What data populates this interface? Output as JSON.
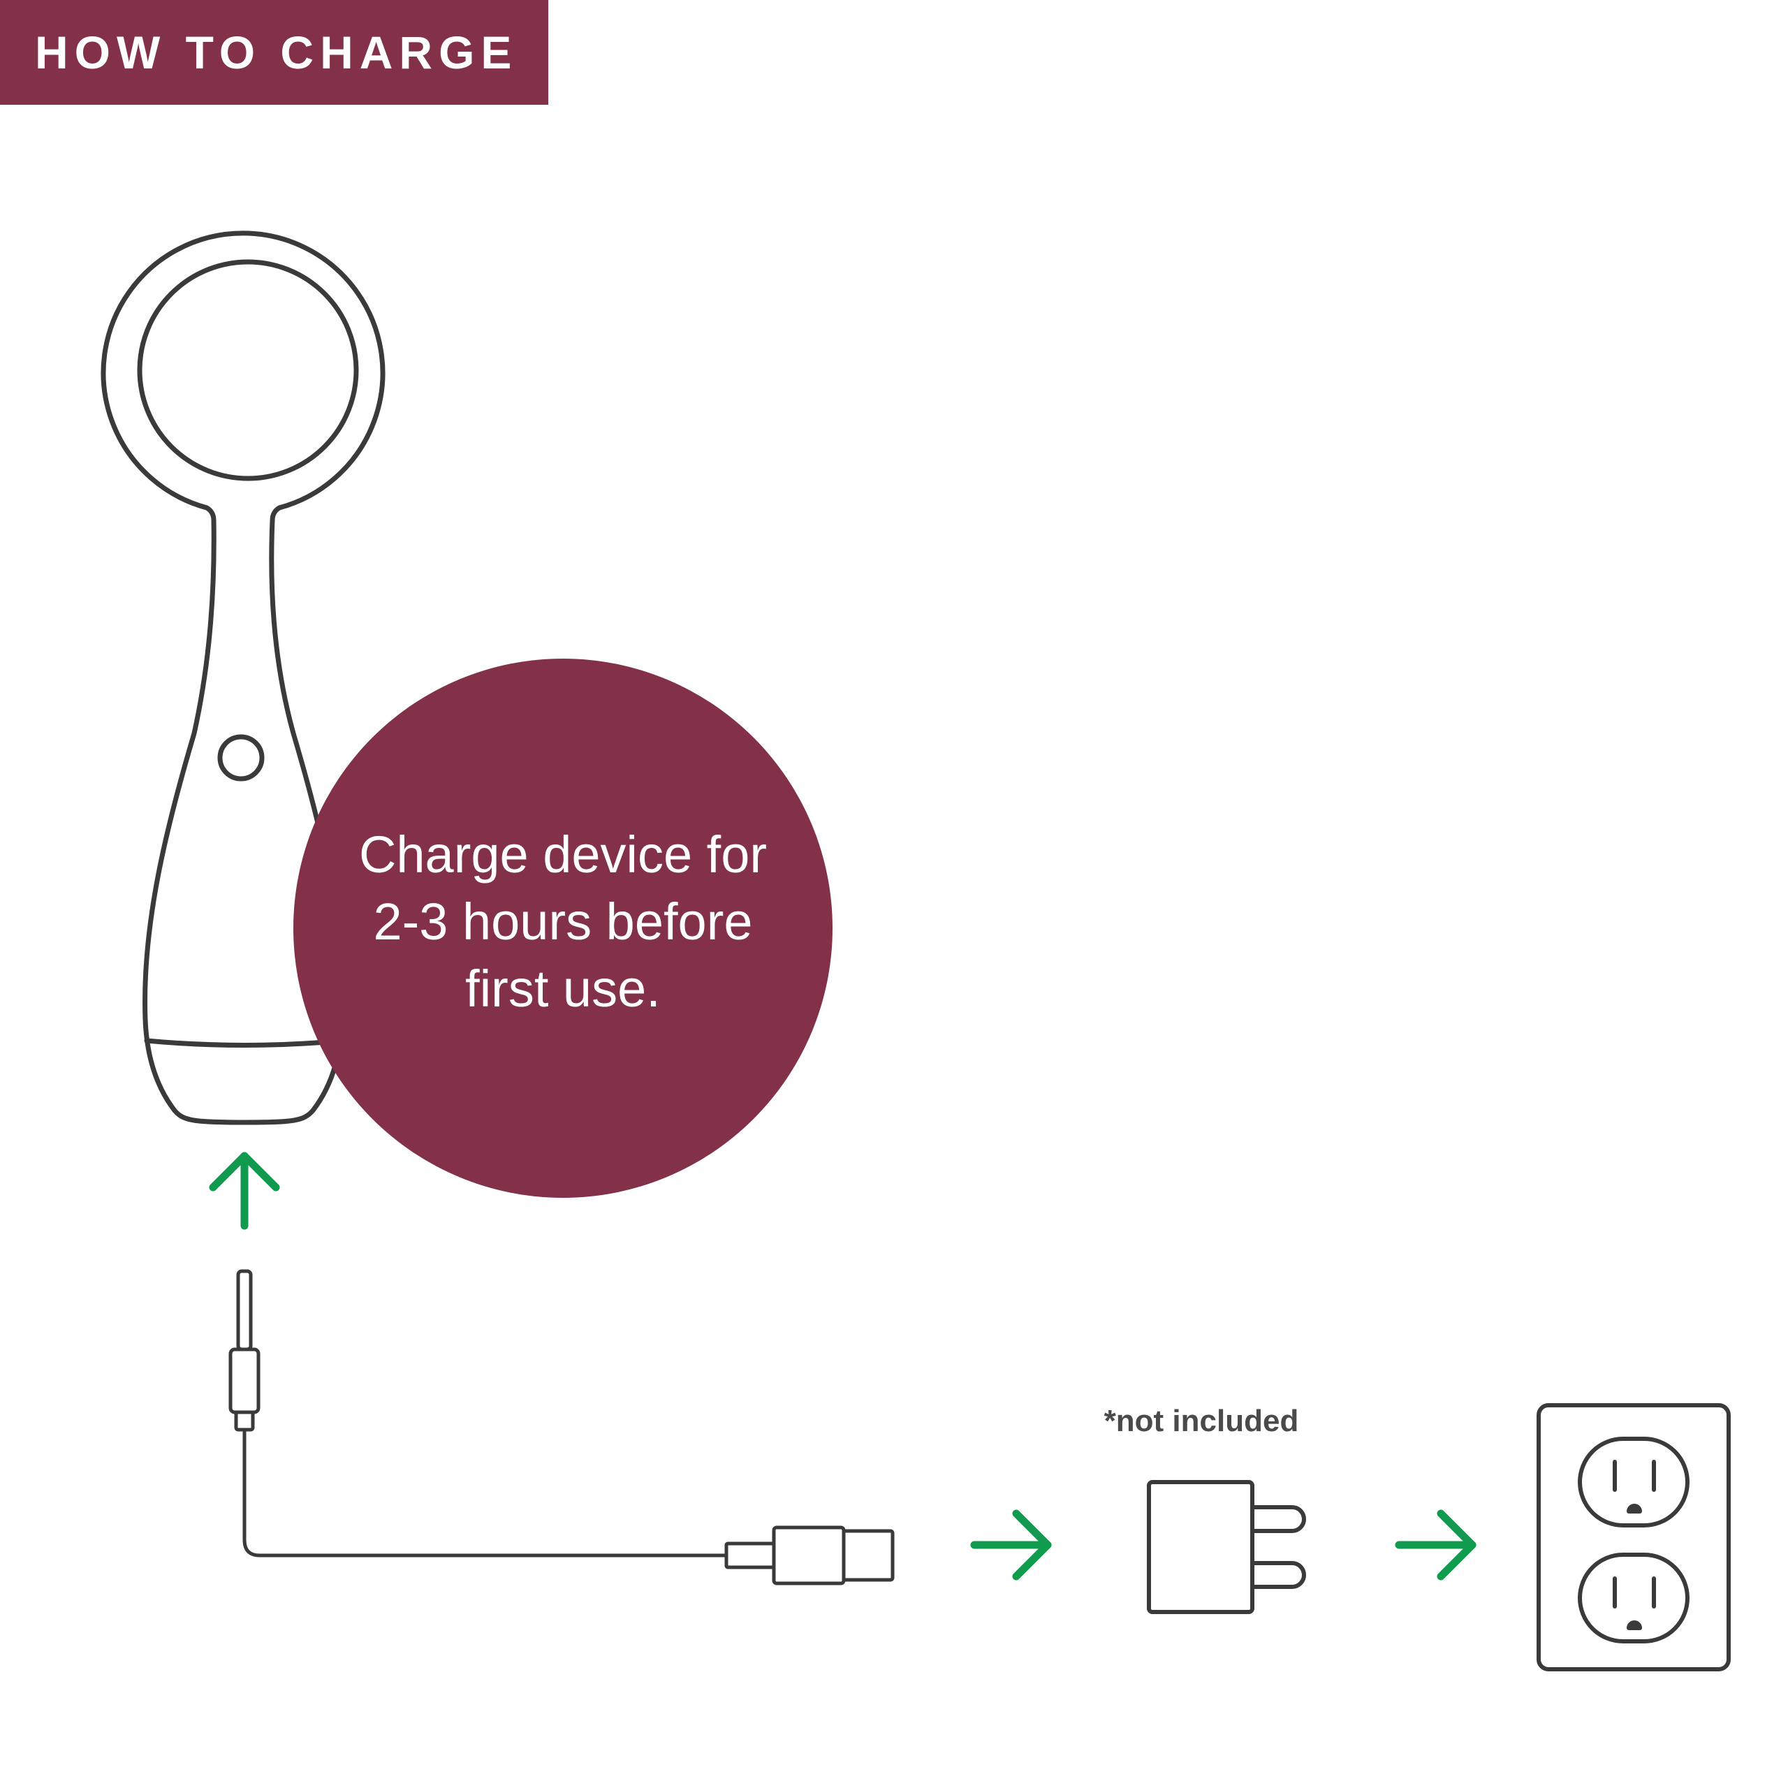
{
  "header": {
    "title": "HOW TO CHARGE"
  },
  "callout": {
    "text": "Charge device for 2-3 hours before first use."
  },
  "adapter": {
    "note": "*not included"
  },
  "colors": {
    "brand": "#823149",
    "arrow": "#0f9a4d",
    "line": "#3a3a3a",
    "background": "#ffffff"
  },
  "icons": {
    "device": "cleansing-device-icon",
    "cable": "usb-cable-icon",
    "adapter": "wall-adapter-icon",
    "outlet": "wall-outlet-icon",
    "arrow": "arrow-icon"
  }
}
